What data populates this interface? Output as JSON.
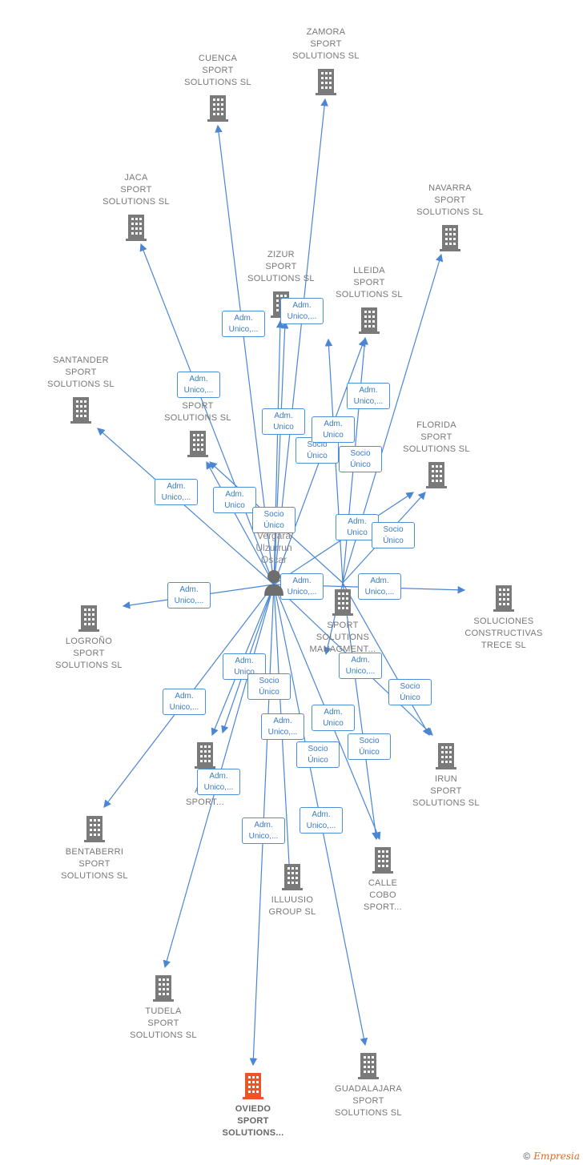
{
  "colors": {
    "edge": "#4a86d4",
    "building": "#7a7a7a",
    "highlight": "#f0522c",
    "person": "#6e6e6e"
  },
  "person": {
    "name": "Vergara\nUlzurrun\nOscar"
  },
  "nodes": [
    {
      "id": "zamora",
      "name": "ZAMORA\nSPORT\nSOLUTIONS SL"
    },
    {
      "id": "cuenca",
      "name": "CUENCA\nSPORT\nSOLUTIONS SL"
    },
    {
      "id": "jaca",
      "name": "JACA\nSPORT\nSOLUTIONS SL"
    },
    {
      "id": "navarra",
      "name": "NAVARRA\nSPORT\nSOLUTIONS SL"
    },
    {
      "id": "zizur",
      "name": "ZIZUR\nSPORT\nSOLUTIONS SL"
    },
    {
      "id": "lleida",
      "name": "LLEIDA\nSPORT\nSOLUTIONS SL"
    },
    {
      "id": "santander",
      "name": "SANTANDER\nSPORT\nSOLUTIONS SL"
    },
    {
      "id": "sport",
      "name": "SPORT\nSOLUTIONS SL"
    },
    {
      "id": "florida",
      "name": "FLORIDA\nSPORT\nSOLUTIONS SL"
    },
    {
      "id": "soluciones",
      "name": "SOLUCIONES\nCONSTRUCTIVAS\nTRECE SL"
    },
    {
      "id": "logrono",
      "name": "LOGROÑO\nSPORT\nSOLUTIONS SL"
    },
    {
      "id": "managment",
      "name": "SPORT\nSOLUTIONS\nMANAGMENT..."
    },
    {
      "id": "irun",
      "name": "IRUN\nSPORT\nSOLUTIONS SL"
    },
    {
      "id": "i_ad",
      "name": "I...\nAD...\nSPORT..."
    },
    {
      "id": "bentaberri",
      "name": "BENTABERRI\nSPORT\nSOLUTIONS SL"
    },
    {
      "id": "calle",
      "name": "CALLE\nCOBO\nSPORT..."
    },
    {
      "id": "illuusio",
      "name": "ILLUUSIO\nGROUP SL"
    },
    {
      "id": "tudela",
      "name": "TUDELA\nSPORT\nSOLUTIONS SL"
    },
    {
      "id": "guadalajara",
      "name": "GUADALAJARA\nSPORT\nSOLUTIONS SL"
    },
    {
      "id": "oviedo",
      "name": "OVIEDO\nSPORT\nSOLUTIONS..."
    }
  ],
  "edge_labels": [
    "Adm.\nUnico,...",
    "Adm.\nUnico,...",
    "Adm.\nUnico,...",
    "Adm.\nUnico",
    "Adm.\nUnico,...",
    "Socio\nÚnico",
    "Adm.\nUnico",
    "Socio\nÚnico",
    "Adm.\nUnico,...",
    "Adm.\nUnico",
    "Socio\nÚnico",
    "Adm.\nUnico",
    "Socio\nÚnico",
    "Adm.\nUnico,...",
    "Adm.\nUnico,...",
    "Adm.\nUnico,...",
    "Adm.\nUnico",
    "Socio\nÚnico",
    "Adm.\nUnico,...",
    "Socio\nÚnico",
    "Adm.\nUnico,...",
    "Adm.\nUnico,...",
    "Adm.\nUnico",
    "Socio\nÚnico",
    "Socio\nÚnico",
    "Adm.\nUnico,...",
    "Adm.\nUnico,...",
    "Adm.\nUnico,..."
  ],
  "footer": {
    "copyright": "©",
    "brand": "Empresia"
  }
}
